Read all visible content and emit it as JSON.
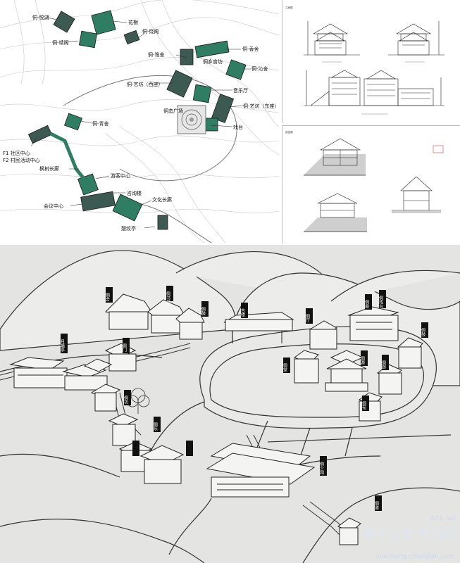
{
  "site_plan": {
    "labels": {
      "yuehu": "侗-悦湖",
      "jingjing": "侗-靖阁",
      "huaxie": "花榭",
      "xiaoge": "侗-绕阁",
      "yijuan": "侗-逸舍",
      "xiangshe": "侗-香舍",
      "xiangshifang": "侗乡食坊",
      "yichan": "侗-沁舍",
      "yifang_west": "侗-艺坊（西座）",
      "music": "音乐厅",
      "yifang_east": "侗-艺坊（东座）",
      "square": "侗态广场",
      "stage": "戏台",
      "qingshe": "侗-青舍",
      "community": "F1 社区中心",
      "activity": "F2 村民活动中心",
      "maple": "枫树长廊",
      "visitor": "游客中心",
      "consult": "咨询楼",
      "conference": "会议中心",
      "culture": "文化长廊",
      "pavilion": "憩纹亭"
    }
  },
  "elevation": {
    "title": "立面图"
  },
  "section": {
    "title": "剖面图"
  },
  "aerial": {
    "labels": {
      "zhou": "侗舍",
      "zhouxiu": "侗书屋",
      "gu": "侗鼓",
      "lou": "吉楼",
      "lin": "侗厅",
      "wuguan": "侗展",
      "tutang": "侗戏台",
      "shu": "侗鼓",
      "yue": "月塘亭",
      "jie": "侗门",
      "rong": "侗源",
      "he": "侗廊",
      "yin": "侗堂",
      "cun": "侗苑",
      "zuo": "侗坊",
      "fu": "侗乐",
      "xiao": "侗少园",
      "zhan": "侗道"
    }
  },
  "watermark": {
    "site": "jb51.net",
    "text": "脚本之家 教程网",
    "url": "jiaocheng.chazidian.com"
  },
  "colors": {
    "building_green": "#2f7d63",
    "building_dark": "#3d5a52",
    "line": "#333333",
    "aerial_bg": "#e4e4e2"
  }
}
